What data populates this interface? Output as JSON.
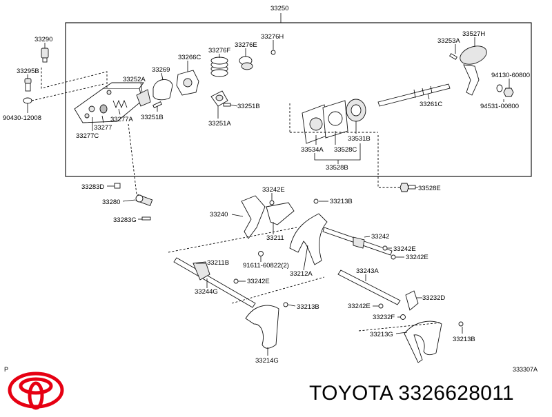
{
  "labels": {
    "l_33250": "33250",
    "l_33290": "33290",
    "l_33295B": "33295B",
    "l_90430": "90430-12008",
    "l_33269": "33269",
    "l_33252A": "33252A",
    "l_33266C": "33266C",
    "l_33276F": "33276F",
    "l_33276E": "33276E",
    "l_33276H": "33276H",
    "l_33277": "33277",
    "l_33277A": "33277A",
    "l_33277C": "33277C",
    "l_33251B_a": "33251B",
    "l_33251B_b": "33251B",
    "l_33251A": "33251A",
    "l_33253A": "33253A",
    "l_33527H": "33527H",
    "l_94130": "94130-60800",
    "l_94531": "94531-00800",
    "l_33261C": "33261C",
    "l_33531B": "33531B",
    "l_33534A": "33534A",
    "l_33528C": "33528C",
    "l_33528B": "33528B",
    "l_33283D": "33283D",
    "l_33280": "33280",
    "l_33283G": "33283G",
    "l_33528E": "33528E",
    "l_33242E_a": "33242E",
    "l_33213B_a": "33213B",
    "l_33240": "33240",
    "l_33211": "33211",
    "l_91611": "91611-60822(2)",
    "l_33242": "33242",
    "l_33242E_b": "33242E",
    "l_33242E_c": "33242E",
    "l_33212A": "33212A",
    "l_33243A": "33243A",
    "l_33211B": "33211B",
    "l_33242E_d": "33242E",
    "l_33244G": "33244G",
    "l_33213B_b": "33213B",
    "l_33242E_e": "33242E",
    "l_33232D": "33232D",
    "l_33232F": "33232F",
    "l_33213G": "33213G",
    "l_33213B_c": "33213B",
    "l_33214G": "33214G"
  },
  "footer": {
    "p_mark": "P",
    "diagram_ref": "333307A",
    "brand_text": "TOYOTA 3326628011"
  },
  "colors": {
    "logo_red": "#e60012",
    "line": "#000000"
  }
}
